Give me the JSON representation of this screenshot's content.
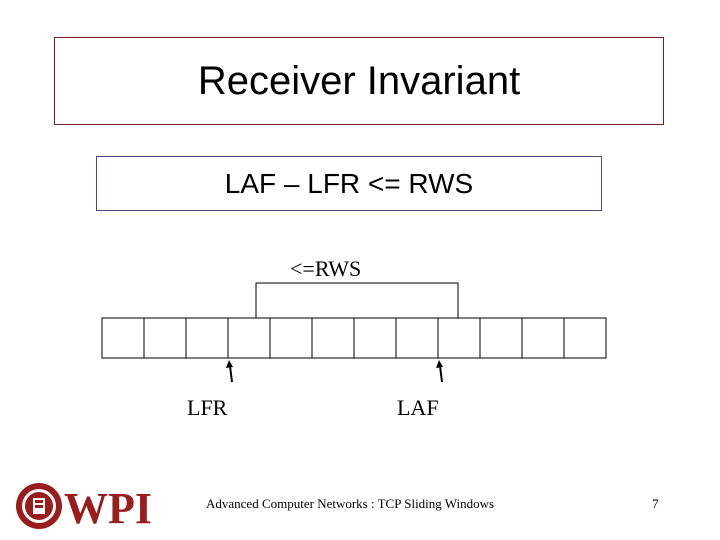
{
  "slide": {
    "title": "Receiver Invariant",
    "formula": "LAF – LFR <= RWS"
  },
  "diagram": {
    "window_label": "<=RWS",
    "frame_count": 12,
    "window_start_index": 3,
    "window_end_index": 8,
    "pointers": [
      {
        "label": "LFR",
        "frame_index": 3
      },
      {
        "label": "LAF",
        "frame_index": 8
      }
    ]
  },
  "footer": {
    "course_title": "Advanced Computer Networks : TCP Sliding Windows",
    "page_number": "7",
    "logo_text": "WPI",
    "logo_icon": "wpi-seal-icon"
  },
  "colors": {
    "title_border": "#7a1f1f",
    "formula_border": "#4a4a7a",
    "logo_red": "#9b1c1c"
  }
}
